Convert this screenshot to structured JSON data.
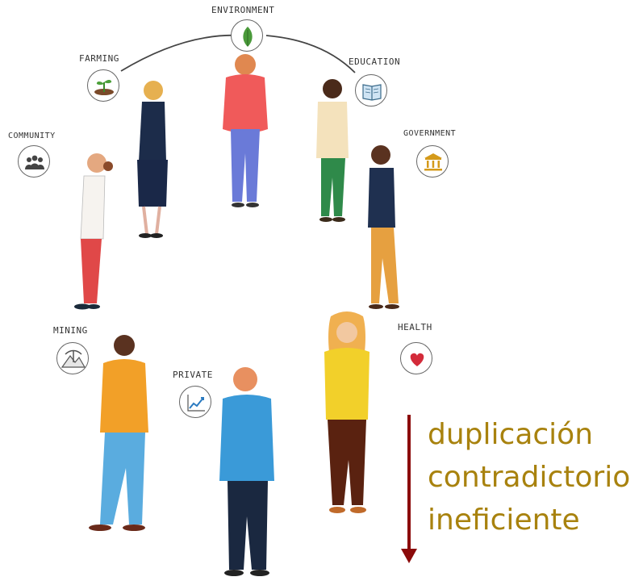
{
  "sectors": {
    "environment": "ENVIRONMENT",
    "farming": "FARMING",
    "education": "EDUCATION",
    "community": "COMMUNITY",
    "government": "GOVERNMENT",
    "mining": "MINING",
    "private": "PRIVATE",
    "health": "HEALTH"
  },
  "outcomes": [
    "duplicación",
    "contradictorio",
    "ineficiente"
  ],
  "colors": {
    "outcome_text": "#a8820e",
    "arrow": "#8b0a0a"
  },
  "icons": [
    "leaf-icon",
    "sprout-icon",
    "book-icon",
    "people-icon",
    "bank-icon",
    "mountain-icon",
    "chart-line-icon",
    "heart-icon"
  ]
}
